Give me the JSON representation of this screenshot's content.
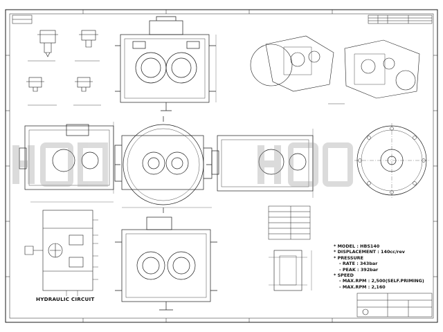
{
  "drawing": {
    "background": "#ffffff",
    "line_color": "#1a1a1a",
    "watermark_color": "#9a9a9a"
  },
  "specs": {
    "model": "* MODEL : HBS140",
    "displacement": "* DISPLACEMENT : 140cc/rev",
    "pressure_heading": "* PRESSURE",
    "pressure_rate": "- RATE : 343bar",
    "pressure_peak": "- PEAK : 392bar",
    "speed_heading": "* SPEED",
    "speed_max_self": "- MAX.RPM : 2,500(SELF.PRIMING)",
    "speed_max": "- MAX.RPM : 2,160"
  },
  "circuit": {
    "title": "HYDRAULIC CIRCUIT"
  }
}
